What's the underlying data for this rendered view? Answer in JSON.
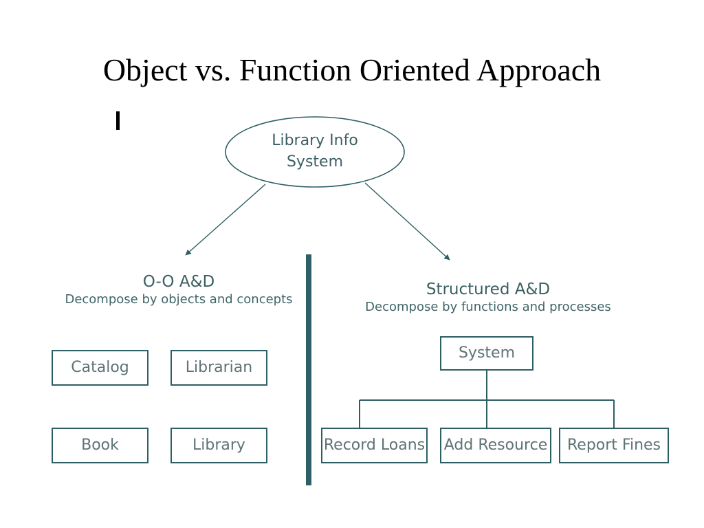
{
  "slide": {
    "title": "Object vs. Function Oriented Approach",
    "caret_marker": "|"
  },
  "colors": {
    "stroke": "#2d5e63",
    "divider": "#2c6066",
    "heading_text": "#3a5f62",
    "box_text": "#5f7274",
    "ellipse_text": "#3c6063",
    "title_text": "#000000",
    "background": "#ffffff"
  },
  "diagram": {
    "root": {
      "shape": "ellipse",
      "label_line1": "Library Info",
      "label_line2": "System"
    },
    "left_branch": {
      "heading": "O-O A&D",
      "subheading": "Decompose by objects and concepts",
      "boxes": [
        {
          "label": "Catalog"
        },
        {
          "label": "Librarian"
        },
        {
          "label": "Book"
        },
        {
          "label": "Library"
        }
      ]
    },
    "right_branch": {
      "heading": "Structured A&D",
      "subheading": "Decompose by functions and processes",
      "root_box": {
        "label": "System"
      },
      "child_boxes": [
        {
          "label": "Record Loans"
        },
        {
          "label": "Add Resource"
        },
        {
          "label": "Report Fines"
        }
      ]
    }
  }
}
